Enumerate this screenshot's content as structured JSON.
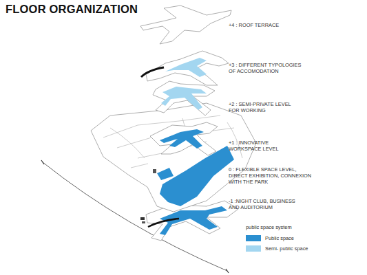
{
  "diagram": {
    "title": "FLOOR ORGANIZATION",
    "labels": [
      "+4 : ROOF TERRACE",
      "+3 : DIFFERENT TYPOLOGIES OF ACCOMODATION",
      "+2 : SEMI-PRIVATE LEVEL FOR WORKING",
      "+1 : INNOVATIVE WORKSPACE LEVEL",
      "0 : FLEXIBLE SPACE LEVEL, DIRECT EXHIBITION, CONNEXION WITH THE PARK",
      "-1 :NIGHT CLUB, BUSINESS AND AUDITORIUM",
      "public space system"
    ],
    "legend": [
      {
        "text": "Public space",
        "color": "#2b8fd0"
      },
      {
        "text": "Semi- public space",
        "color": "#a3d6f0"
      }
    ]
  }
}
